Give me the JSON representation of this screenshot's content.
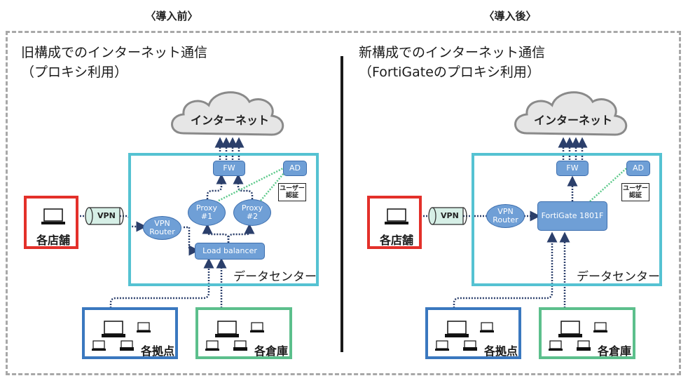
{
  "before": {
    "phase_label": "〈導入前〉",
    "title_line1": "旧構成でのインターネット通信",
    "title_line2": "（プロキシ利用）",
    "internet": "インターネット",
    "datacenter": "データセンター",
    "fw": "FW",
    "ad": "AD",
    "auth_line1": "ユーザー",
    "auth_line2": "認証",
    "proxy1_line1": "Proxy",
    "proxy1_line2": "#1",
    "proxy2_line1": "Proxy",
    "proxy2_line2": "#2",
    "vpn_router_line1": "VPN",
    "vpn_router_line2": "Router",
    "load_balancer": "Load balancer",
    "vpn_tunnel": "VPN",
    "stores": "各店舗",
    "branches": "各拠点",
    "warehouses": "各倉庫"
  },
  "after": {
    "phase_label": "〈導入後〉",
    "title_line1": "新構成でのインターネット通信",
    "title_line2": "（FortiGateのプロキシ利用）",
    "internet": "インターネット",
    "datacenter": "データセンター",
    "fw": "FW",
    "ad": "AD",
    "auth_line1": "ユーザー",
    "auth_line2": "認証",
    "vpn_router_line1": "VPN",
    "vpn_router_line2": "Router",
    "fortigate": "FortiGate 1801F",
    "vpn_tunnel": "VPN",
    "stores": "各店舗",
    "branches": "各拠点",
    "warehouses": "各倉庫"
  },
  "colors": {
    "node_fill": "#6f9fd6",
    "datacenter_border": "#55c2d2",
    "stores_border": "#e3302a",
    "branches_border": "#3a78bf",
    "warehouses_border": "#5cbf8c",
    "link_dotted": "#2b3f6b",
    "auth_link": "#5cc98a",
    "vpn_tunnel_fill": "#d6efe6"
  }
}
